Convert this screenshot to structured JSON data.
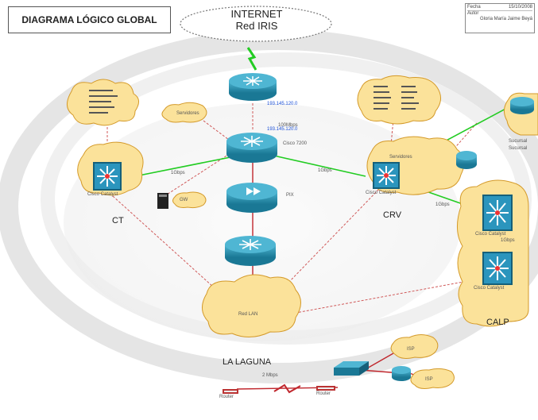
{
  "title": "DIAGRAMA LÓGICO GLOBAL",
  "meta": {
    "date": "15/10/2008",
    "author": "Gloria María Jaime Beyá"
  },
  "internet": {
    "line1": "INTERNET",
    "line2": "Red IRIS"
  },
  "sites": {
    "ct": "CT",
    "crv": "CRV",
    "calp": "CALP",
    "la_laguna": "LA LAGUNA"
  },
  "labels": {
    "ct_switch": "Cisco Catalyst",
    "crv_switch": "Cisco Catalyst",
    "calp_switch_1": "Cisco Catalyst",
    "calp_switch_2": "Cisco Catalyst",
    "pix": "PIX",
    "core_router": "Cisco 7200",
    "frame_relay_speed": "2 Mbps",
    "mbps_ct": "1Gbps",
    "mbps_crv": "1Gbps",
    "mbps_calp": "1Gbps",
    "mbps_fo": "100Mbps",
    "calp_link": "1Gbps",
    "la_laguna_cloud": "Red LAN",
    "bottom_router": "Router",
    "bottom_router_2": "Router",
    "isp_1": "ISP",
    "isp_2": "ISP",
    "cloud_ct": "Servidores",
    "cloud_crv": "Servidores",
    "gw": "GW",
    "blue_1": "193.145.120.0",
    "blue_2": "193.145.120.0",
    "ext_site": "Sucursal",
    "ext_site_2": "Sucursal"
  },
  "colors": {
    "red": "#c0272d",
    "green": "#22cc22",
    "router_blue": "#1b8fb0",
    "cloud_fill": "#fbe29a",
    "cloud_stroke": "#d49a2a",
    "blue_text": "#1a4fd8"
  }
}
